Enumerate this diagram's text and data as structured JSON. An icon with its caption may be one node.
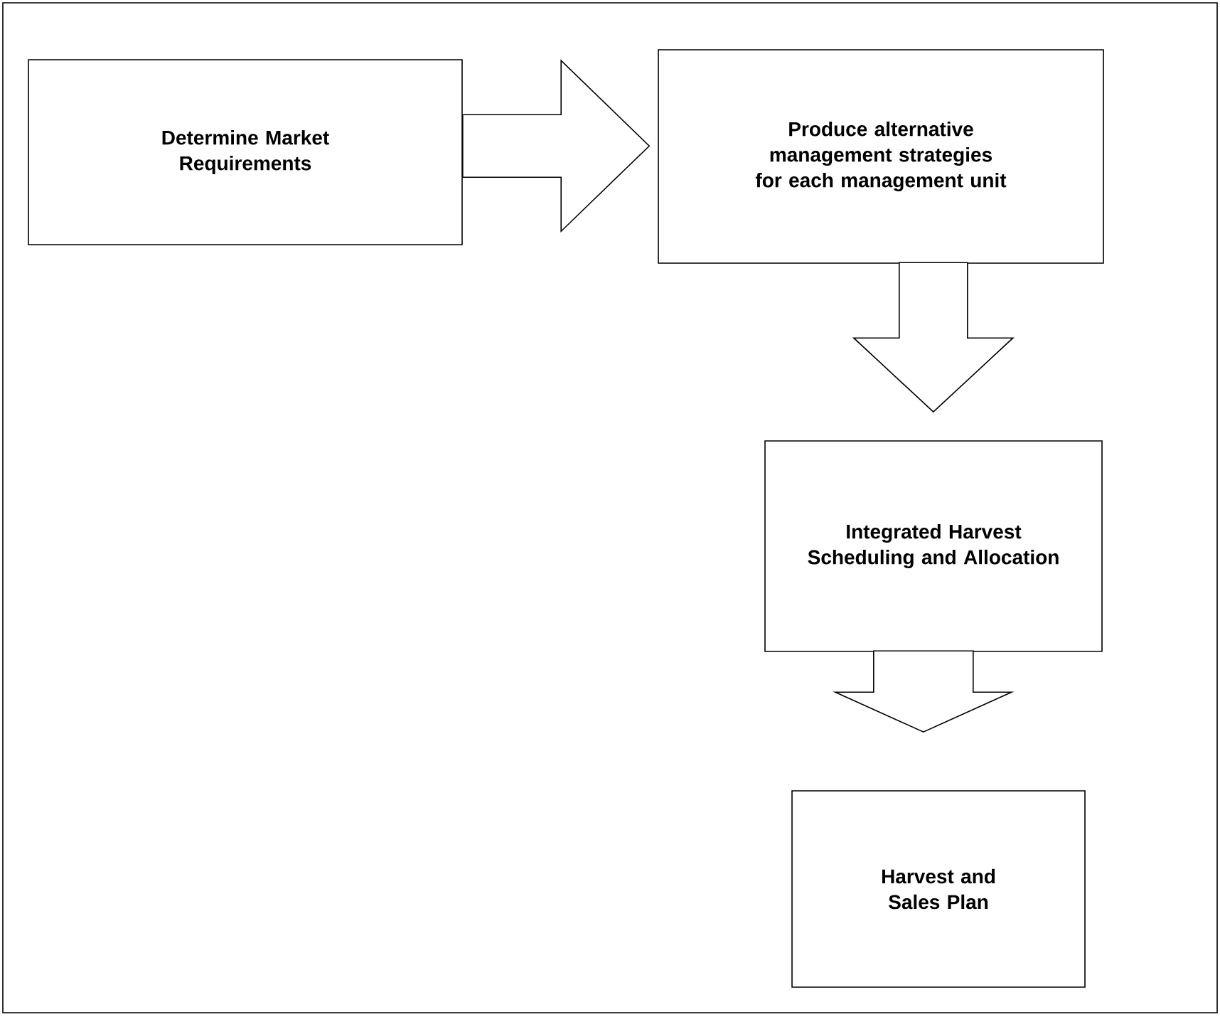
{
  "diagram": {
    "nodes": [
      {
        "text": [
          "Determine Market Requirements"
        ]
      },
      {
        "text": [
          "Produce alternative management strategies for each management unit"
        ]
      },
      {
        "text": [
          "Integrated Harvest Scheduling and Allocation"
        ]
      },
      {
        "text": [
          "Harvest and Sales Plan"
        ]
      }
    ],
    "edges": [
      {
        "from": 0,
        "to": 1,
        "arrow": "to"
      },
      {
        "from": 1,
        "to": 2,
        "arrow": "to"
      },
      {
        "from": 2,
        "to": 3,
        "arrow": "to"
      }
    ]
  }
}
